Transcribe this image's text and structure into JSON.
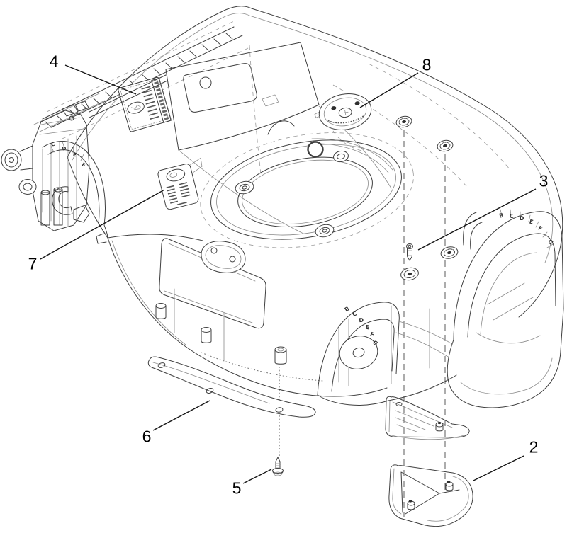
{
  "diagram": {
    "kind": "exploded-parts-diagram",
    "subject": "mower-deck-housing-assembly"
  },
  "callouts": [
    {
      "label": "2",
      "part": "discharge-deflector"
    },
    {
      "label": "3",
      "part": "deflector-screw"
    },
    {
      "label": "4",
      "part": "danger-decal"
    },
    {
      "label": "5",
      "part": "baffle-screw"
    },
    {
      "label": "6",
      "part": "front-baffle-strip"
    },
    {
      "label": "7",
      "part": "instruction-decal"
    },
    {
      "label": "8",
      "part": "washout-cap-decal"
    }
  ],
  "arch_letters": {
    "front_left": [
      "C",
      "D",
      "E",
      "F"
    ],
    "rear_center": [
      "B",
      "C",
      "D",
      "E",
      "F",
      "G"
    ],
    "rear_right": [
      "B",
      "C",
      "D",
      "E",
      "F",
      "G"
    ]
  },
  "colors": {
    "line": "#3f3f3f",
    "background": "#ffffff",
    "callout_text": "#000000"
  }
}
